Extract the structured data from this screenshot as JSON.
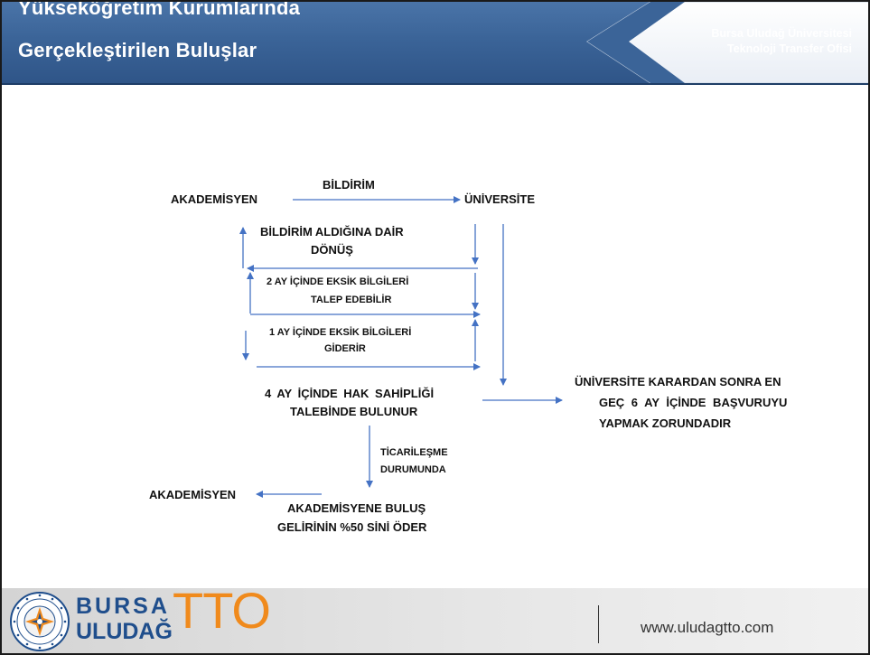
{
  "header": {
    "title_line1": "Yükseköğretim Kurumlarında",
    "title_line2": "Gerçekleştirilen Buluşlar",
    "org_line1": "Bursa Uludağ Üniversitesi",
    "org_line2": "Teknoloji Transfer Ofisi"
  },
  "diagram": {
    "akademisyen_top": "AKADEMİSYEN",
    "bildirim": "BİLDİRİM",
    "universite": "ÜNİVERSİTE",
    "donus_line1": "BİLDİRİM ALDIĞINA DAİR",
    "donus_line2": "DÖNÜŞ",
    "eksik_talep_line1": "2 AY İÇİNDE EKSİK BİLGİLERİ",
    "eksik_talep_line2": "TALEP EDEBİLİR",
    "eksik_gider_line1": "1 AY İÇİNDE EKSİK BİLGİLERİ",
    "eksik_gider_line2": "GİDERİR",
    "hak_line1": "4 AY İÇİNDE HAK SAHİPLİĞİ",
    "hak_line2": "TALEBİNDE BULUNUR",
    "basvuru_line1": "ÜNİVERSİTE KARARDAN SONRA EN",
    "basvuru_line2": "GEÇ 6 AY İÇİNDE BAŞVURUYU",
    "basvuru_line3": "YAPMAK ZORUNDADIR",
    "ticari_line1": "TİCARİLEŞME",
    "ticari_line2": "DURUMUNDA",
    "akademisyen_bottom": "AKADEMİSYEN",
    "odeme_line1": "AKADEMİSYENE BULUŞ",
    "odeme_line2": "GELİRİNİN %50 SİNİ ÖDER"
  },
  "footer": {
    "logo_bursa": "BURSA",
    "logo_uludag": "ULUDAĞ",
    "logo_tto": "TTO",
    "url": "www.uludagtto.com"
  },
  "colors": {
    "header_blue": "#3b6498",
    "arrow_blue": "#4472c4",
    "logo_blue": "#1f4e8c",
    "logo_orange": "#f08a1c"
  },
  "icons": {
    "chevron": "chevron-left-icon",
    "seal": "university-seal-icon"
  }
}
